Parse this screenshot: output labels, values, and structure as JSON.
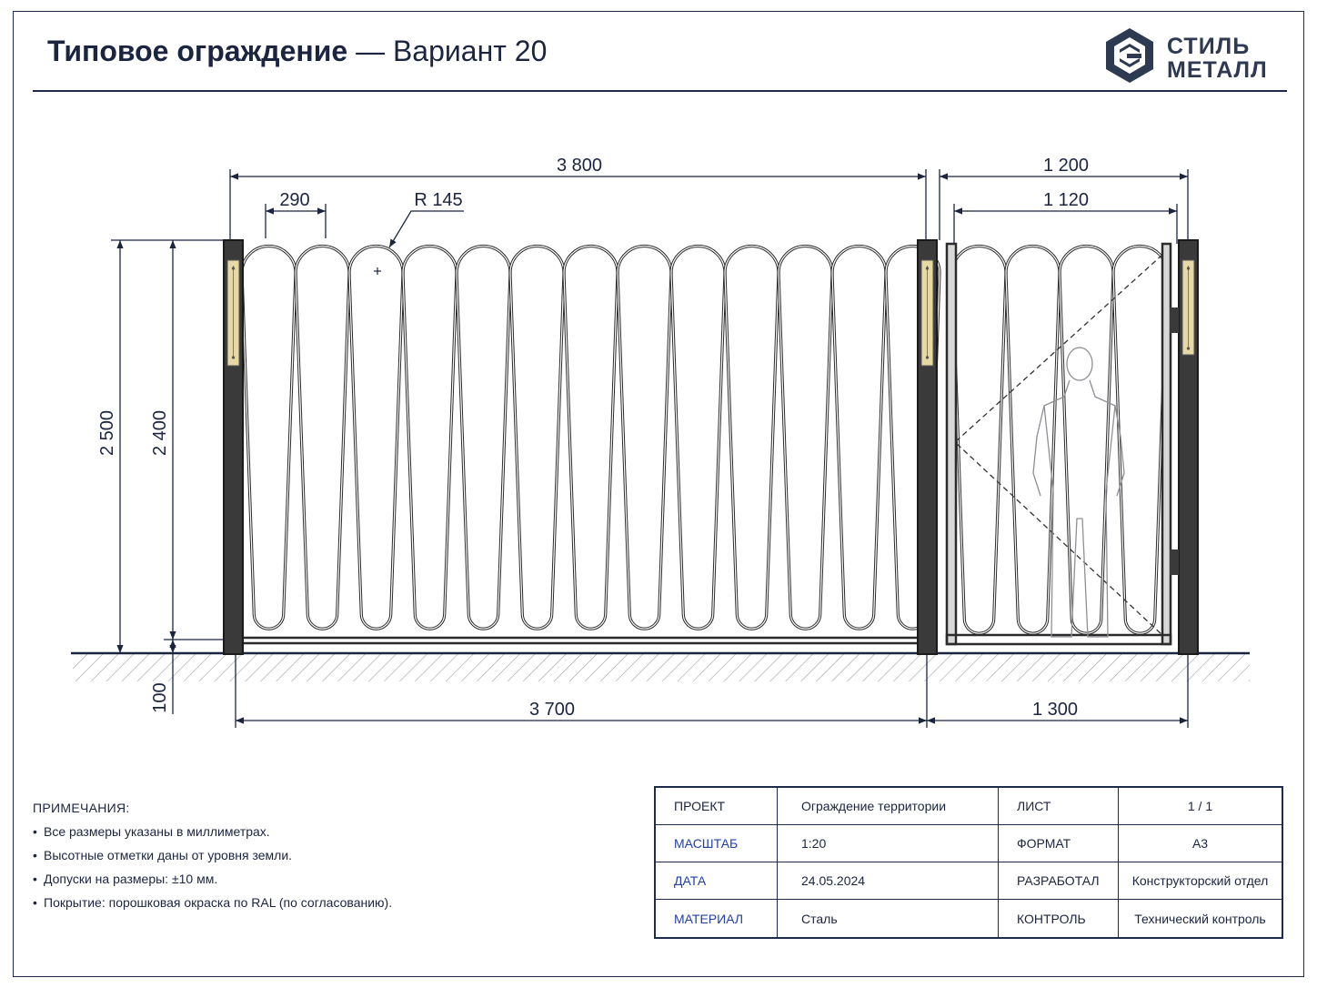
{
  "header": {
    "title_bold": "Типовое ограждение",
    "title_dash": " — ",
    "title_light": "Вариант 20",
    "logo_line1": "СТИЛЬ",
    "logo_line2": "МЕТАЛЛ",
    "logo_icon": "hexagon-c-logo-icon"
  },
  "colors": {
    "ink": "#1b2540",
    "accent_blue": "#2340a8",
    "metal": "#2b2b2b",
    "hinge_plate": "#e6d9a6"
  },
  "dimensions": {
    "total_top": "3 800",
    "loop_width": "290",
    "radius": "R 145",
    "gate_outer": "1 200",
    "gate_inner": "1 120",
    "height_total": "2 500",
    "height_panel": "2 400",
    "height_base": "100",
    "bottom_left": "3 700",
    "bottom_right": "1 300"
  },
  "notes": {
    "title": "ПРИМЕЧАНИЯ:",
    "items": [
      "Все размеры указаны в миллиметрах.",
      "Высотные отметки даны от уровня земли.",
      "Допуски на размеры: ±10 мм.",
      "Покрытие: порошковая окраска по RAL (по согласованию)."
    ]
  },
  "title_block": {
    "rows": [
      {
        "k1": "ПРОЕКТ",
        "v1": "Ограждение территории",
        "k2": "ЛИСТ",
        "v2": "1 / 1"
      },
      {
        "k1": "МАСШТАБ",
        "v1": "1:20",
        "k2": "ФОРМАТ",
        "v2": "А3"
      },
      {
        "k1": "ДАТА",
        "v1": "24.05.2024",
        "k2": "РАЗРАБОТАЛ",
        "v2": "Конструкторский отдел"
      },
      {
        "k1": "МАТЕРИАЛ",
        "v1": "Сталь",
        "k2": "КОНТРОЛЬ",
        "v2": "Технический контроль"
      }
    ]
  }
}
